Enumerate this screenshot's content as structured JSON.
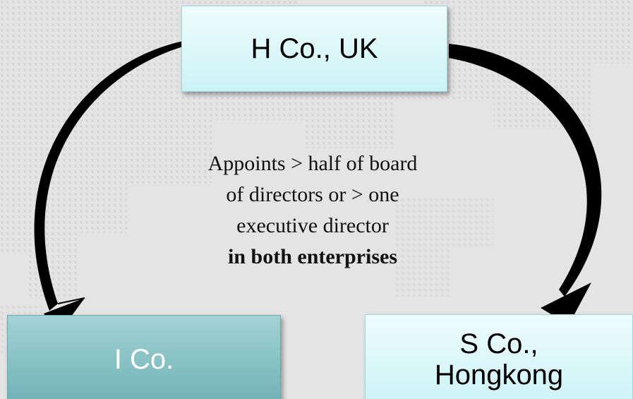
{
  "nodes": {
    "h_co": {
      "label": "H Co., UK"
    },
    "i_co": {
      "label": "I Co."
    },
    "s_co": {
      "label_line1": "S Co.,",
      "label_line2": "Hongkong"
    }
  },
  "relationship": {
    "line1": "Appoints > half of board",
    "line2": "of directors or > one",
    "line3": "executive director",
    "line4_bold": "in both enterprises"
  }
}
